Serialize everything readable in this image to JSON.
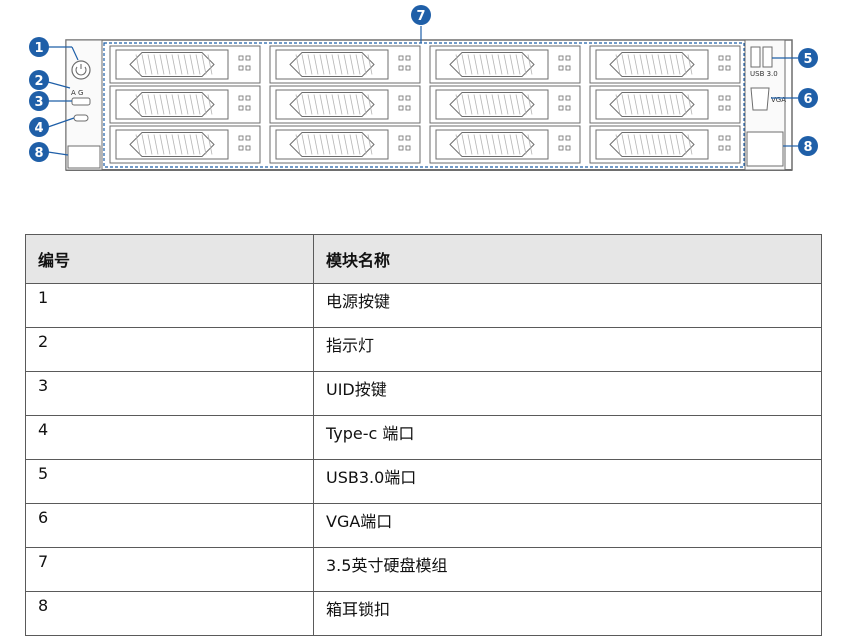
{
  "figure": {
    "callouts": [
      "1",
      "2",
      "3",
      "4",
      "5",
      "6",
      "7",
      "8",
      "8"
    ],
    "accent_color": "#1f5fa8",
    "panel_color": "#6e6e6e",
    "side_label_top_left": "A G",
    "usb_label": "USB 3.0",
    "vga_label": "VGA"
  },
  "table": {
    "headers": [
      "编号",
      "模块名称"
    ],
    "rows": [
      {
        "num": "1",
        "name": "电源按键"
      },
      {
        "num": "2",
        "name": "指示灯"
      },
      {
        "num": "3",
        "name": "UID按键"
      },
      {
        "num": "4",
        "name": "Type-c  端口"
      },
      {
        "num": "5",
        "name": "USB3.0端口"
      },
      {
        "num": "6",
        "name": "VGA端口"
      },
      {
        "num": "7",
        "name": "3.5英寸硬盘模组"
      },
      {
        "num": "8",
        "name": "箱耳锁扣"
      }
    ]
  }
}
